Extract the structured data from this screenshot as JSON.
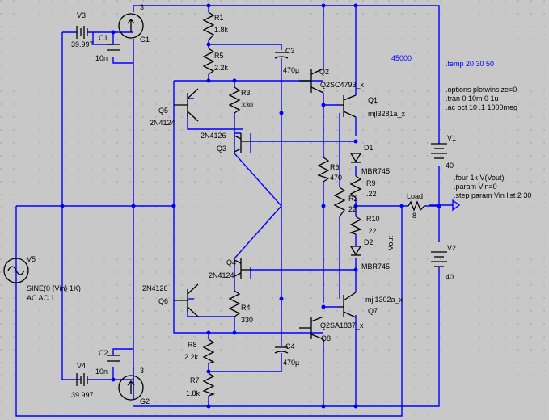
{
  "colors": {
    "background": "#c8c8c8",
    "wire": "#0000ff",
    "component": "#000000",
    "directive": "#0000ff"
  },
  "components": {
    "V3": {
      "name": "V3",
      "value": "39.997"
    },
    "V4": {
      "name": "V4",
      "value": "39.997"
    },
    "C1": {
      "name": "C1",
      "value": "10n"
    },
    "C2": {
      "name": "C2",
      "value": "10n"
    },
    "G1": {
      "name": "G1",
      "value": "3"
    },
    "G2": {
      "name": "G2",
      "value": "3"
    },
    "R1": {
      "name": "R1",
      "value": "1.8k"
    },
    "R5": {
      "name": "R5",
      "value": "2.2k"
    },
    "R3": {
      "name": "R3",
      "value": "330"
    },
    "R4": {
      "name": "R4",
      "value": "330"
    },
    "R8": {
      "name": "R8",
      "value": "2.2k"
    },
    "R7": {
      "name": "R7",
      "value": "1.8k"
    },
    "R6": {
      "name": "R6",
      "value": "470"
    },
    "R9": {
      "name": "R9",
      "value": ".22"
    },
    "R2": {
      "name": "R2",
      "value": "22"
    },
    "R10": {
      "name": "R10",
      "value": ".22"
    },
    "C3": {
      "name": "C3",
      "value": "470µ"
    },
    "C4": {
      "name": "C4",
      "value": "470µ"
    },
    "Q1": {
      "name": "Q1",
      "value": "mjl3281a_x"
    },
    "Q2": {
      "name": "Q2",
      "value": "Q2SC4793_x"
    },
    "Q3": {
      "name": "Q3",
      "value": "2N4126"
    },
    "Q4": {
      "name": "Q4",
      "value": "2N4124"
    },
    "Q5": {
      "name": "Q5",
      "value": "2N4124"
    },
    "Q6": {
      "name": "Q6",
      "value": "2N4126"
    },
    "Q7": {
      "name": "Q7",
      "value": "mjl1302a_x"
    },
    "Q8": {
      "name": "Q8",
      "value": "Q2SA1837_x"
    },
    "D1": {
      "name": "D1",
      "value": "MBR745"
    },
    "D2": {
      "name": "D2",
      "value": "MBR745"
    },
    "V1": {
      "name": "V1",
      "value": "40"
    },
    "V2": {
      "name": "V2",
      "value": "40"
    },
    "V5": {
      "name": "V5",
      "value": "SINE(0 {Vin} 1K)",
      "ac": "AC AC 1"
    },
    "Load": {
      "name": "Load",
      "value": "8"
    }
  },
  "net_labels": {
    "vout": "Vout"
  },
  "annotations": {
    "number": "45000"
  },
  "directives": {
    "temp": ".temp 20 30 50",
    "options": ".options plotwinsize=0",
    "tran": ".tran 0 10m 0 1u",
    "ac": ".ac oct 10 .1 1000meg",
    "four": ".four 1k V(Vout)",
    "param": ".param Vin=0",
    "step": ".step param Vin list 2 30"
  }
}
